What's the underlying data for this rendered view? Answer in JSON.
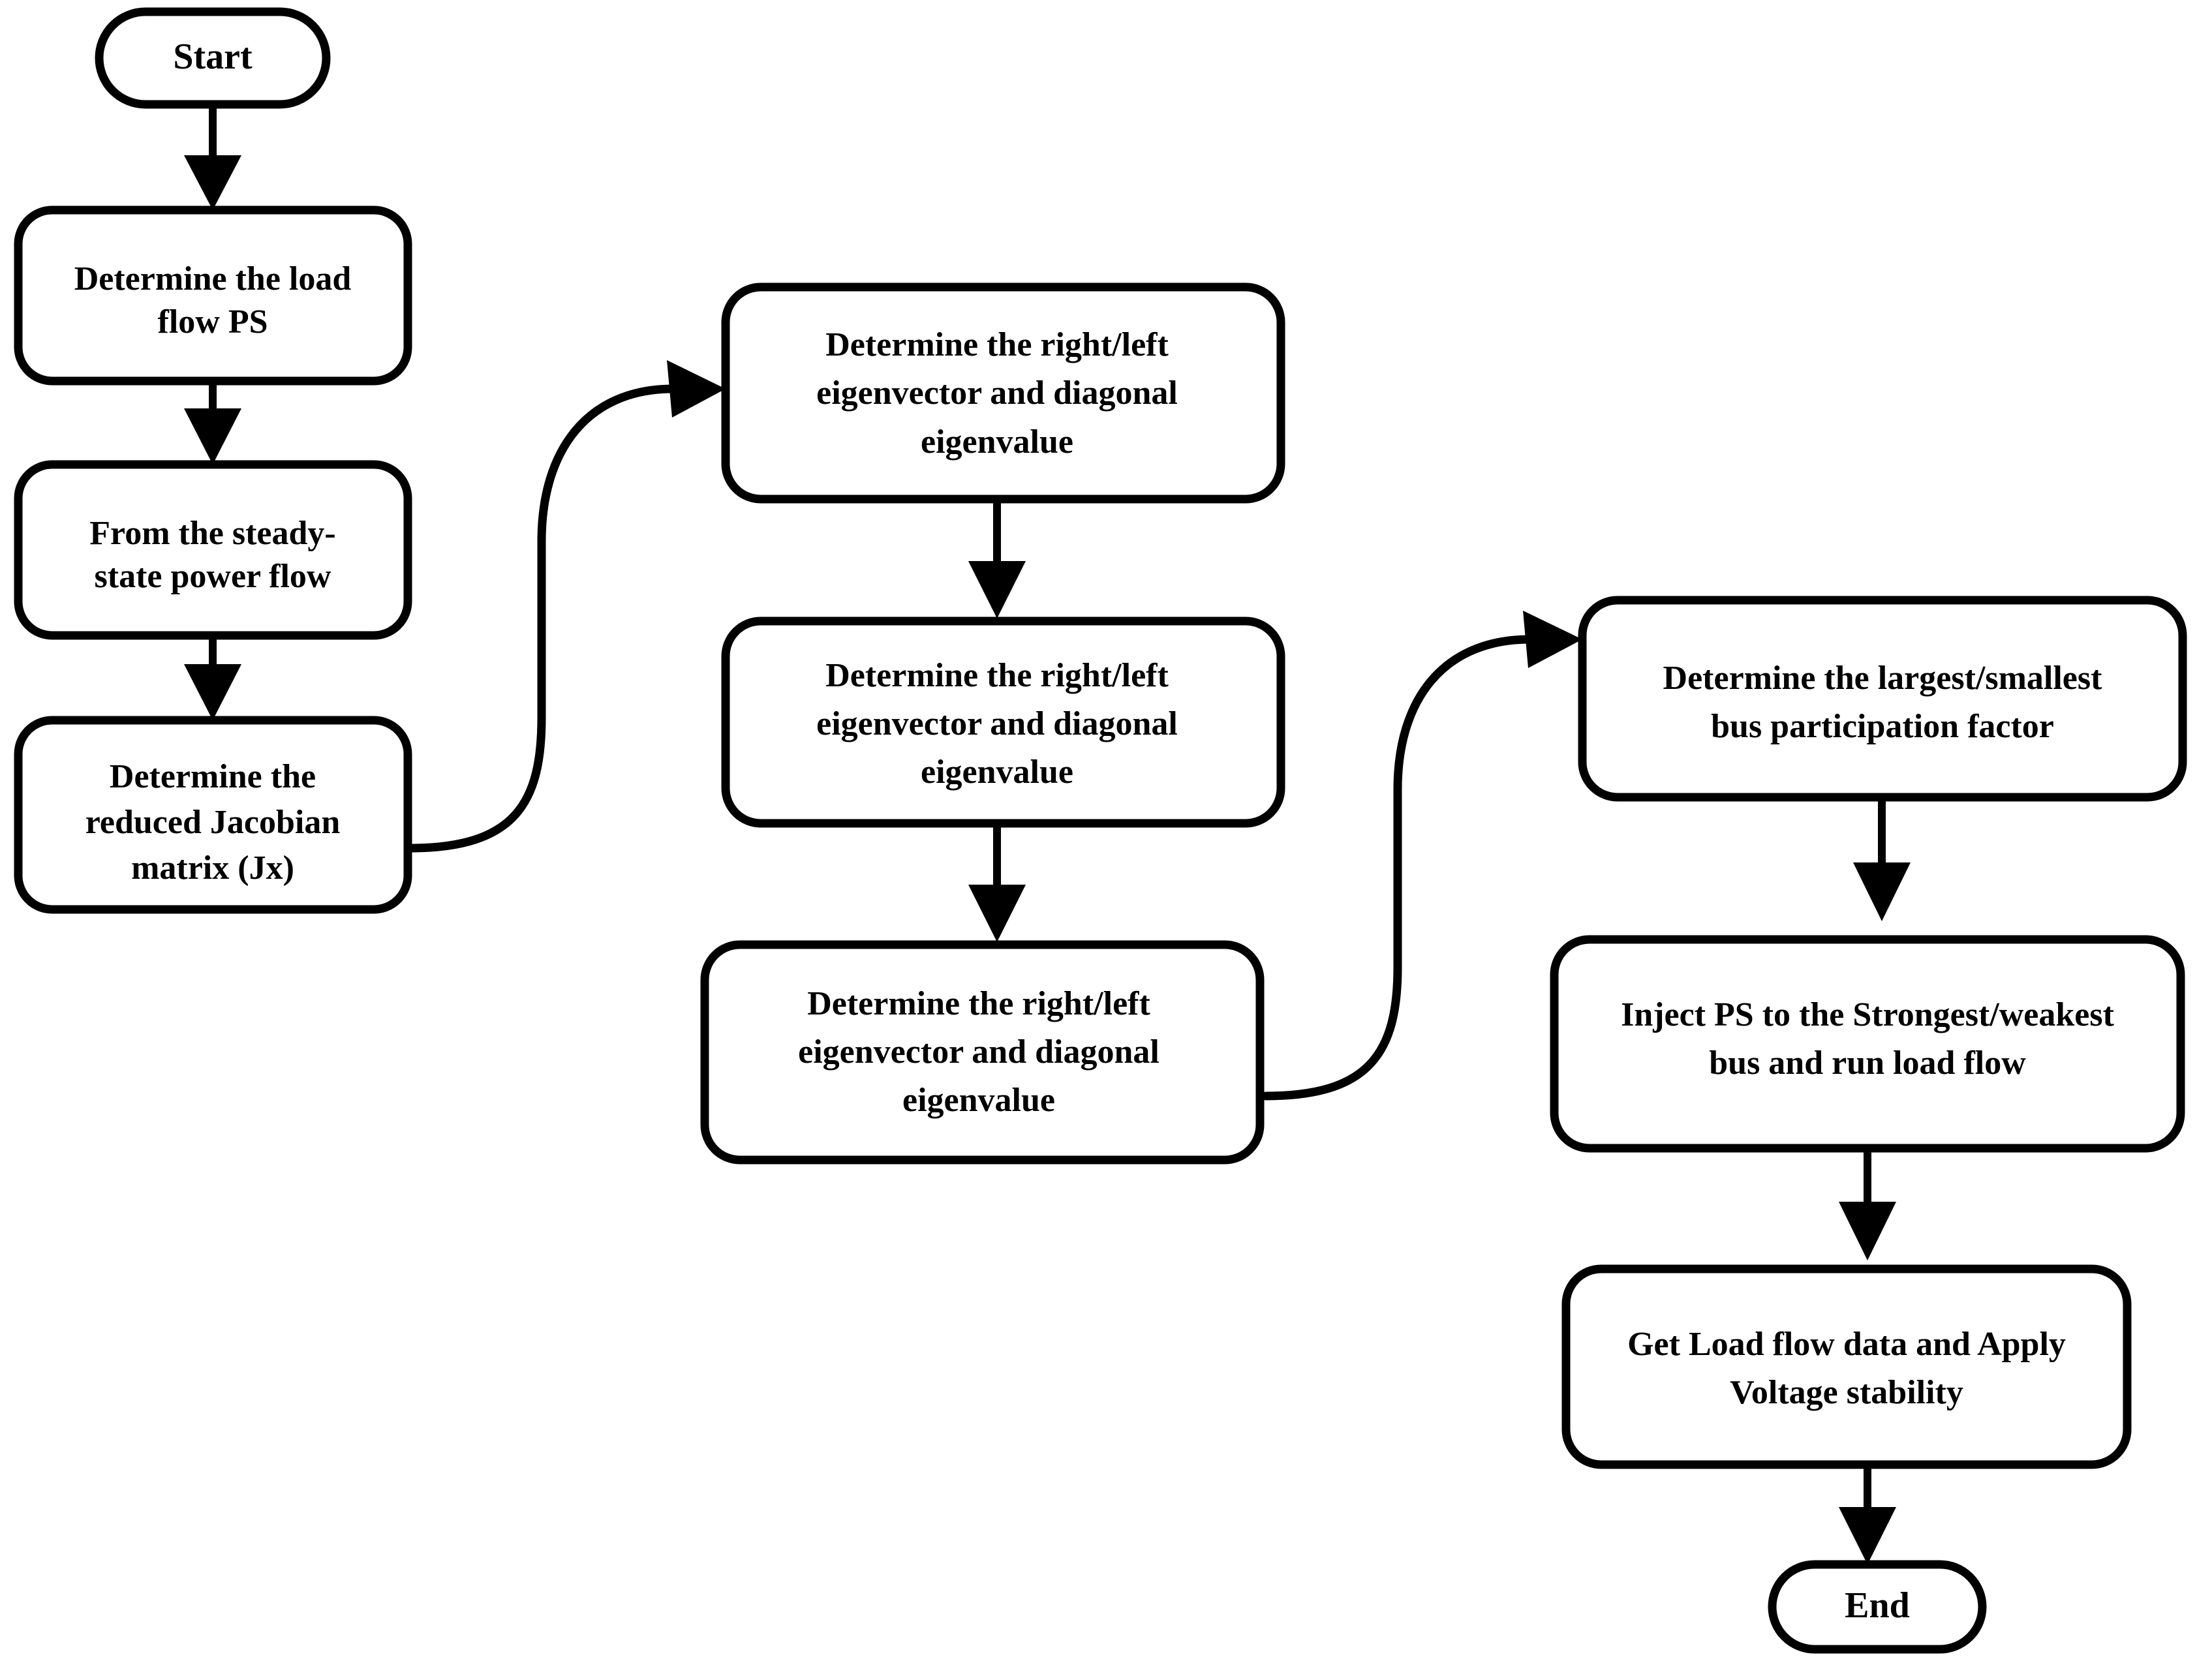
{
  "diagram": {
    "title": "Voltage stability analysis flowchart",
    "background_color": "#ffffff",
    "line_color": "#000000",
    "fill_color": "#ffffff"
  },
  "nodes": {
    "start": {
      "label": "Start",
      "type": "terminator"
    },
    "load_flow": {
      "line1": "Determine the  load",
      "line2": "flow PS",
      "type": "process"
    },
    "steady_state": {
      "line1": "From the steady-",
      "line2": "state power flow",
      "type": "process"
    },
    "jacobian": {
      "line1": "Determine the",
      "line2": "reduced Jacobian",
      "line3": "matrix (Jx)",
      "type": "process"
    },
    "eigen1": {
      "line1": "Determine the right/left",
      "line2": "eigenvector and diagonal",
      "line3": "eigenvalue",
      "type": "process"
    },
    "eigen2": {
      "line1": "Determine the right/left",
      "line2": "eigenvector and diagonal",
      "line3": "eigenvalue",
      "type": "process"
    },
    "eigen3": {
      "line1": "Determine the right/left",
      "line2": "eigenvector and diagonal",
      "line3": "eigenvalue",
      "type": "process"
    },
    "participation": {
      "line1": "Determine the largest/smallest",
      "line2": "bus participation factor",
      "type": "process"
    },
    "inject": {
      "line1": "Inject PS to the Strongest/weakest",
      "line2": "bus and run load flow",
      "type": "process"
    },
    "voltage_stability": {
      "line1": "Get Load flow  data and Apply",
      "line2": "Voltage stability",
      "type": "process"
    },
    "end": {
      "label": "End",
      "type": "terminator"
    }
  },
  "edges": [
    {
      "from": "start",
      "to": "load_flow",
      "shape": "straight-down"
    },
    {
      "from": "load_flow",
      "to": "steady_state",
      "shape": "straight-down"
    },
    {
      "from": "steady_state",
      "to": "jacobian",
      "shape": "straight-down"
    },
    {
      "from": "jacobian",
      "to": "eigen1",
      "shape": "s-curve-right-up"
    },
    {
      "from": "eigen1",
      "to": "eigen2",
      "shape": "straight-down"
    },
    {
      "from": "eigen2",
      "to": "eigen3",
      "shape": "straight-down"
    },
    {
      "from": "eigen3",
      "to": "participation",
      "shape": "s-curve-right-up"
    },
    {
      "from": "participation",
      "to": "inject",
      "shape": "straight-down"
    },
    {
      "from": "inject",
      "to": "voltage_stability",
      "shape": "straight-down"
    },
    {
      "from": "voltage_stability",
      "to": "end",
      "shape": "straight-down"
    }
  ]
}
